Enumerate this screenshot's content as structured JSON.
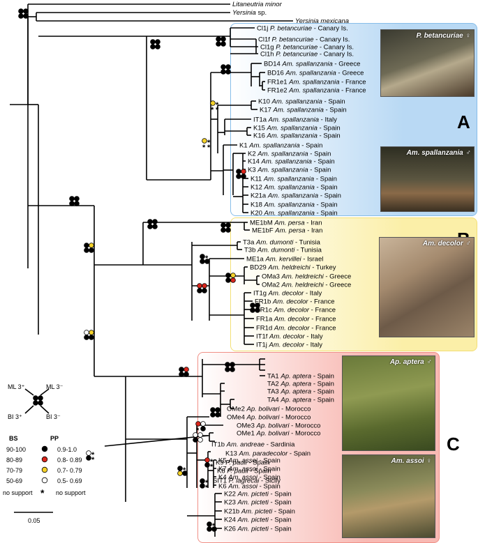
{
  "outgroups": [
    {
      "name": "Litaneutria minor",
      "italic": true
    },
    {
      "name": "Yersinia sp.",
      "italic": true,
      "mixed": [
        "Yersinia",
        " sp."
      ]
    },
    {
      "name": "Yersinia mexicana",
      "italic": true
    }
  ],
  "clades": {
    "A": "A",
    "B": "B",
    "C": "C"
  },
  "photos": [
    {
      "caption": "P. betancuriae ♀"
    },
    {
      "caption": "Am. spallanzania ♂"
    },
    {
      "caption": "Am. decolor ♂"
    },
    {
      "caption": "Ap. aptera ♂"
    },
    {
      "caption": "Am. assoi ♀"
    }
  ],
  "taxa": [
    {
      "code": "Cl1j",
      "species": "P. betancuriae",
      "loc": "Canary Is."
    },
    {
      "code": "Cl1f",
      "species": "P. betancuriae",
      "loc": "Canary Is."
    },
    {
      "code": "Cl1g",
      "species": "P. betancuriae",
      "loc": "Canary Is."
    },
    {
      "code": "Cl1h",
      "species": "P. betancuriae",
      "loc": "Canary Is."
    },
    {
      "code": "BD14",
      "species": "Am. spallanzania",
      "loc": "Greece"
    },
    {
      "code": "BD16",
      "species": "Am. spallanzania",
      "loc": "Greece"
    },
    {
      "code": "FR1e1",
      "species": "Am. spallanzania",
      "loc": "France"
    },
    {
      "code": "FR1e2",
      "species": "Am. spallanzania",
      "loc": "France"
    },
    {
      "code": "K10",
      "species": "Am. spallanzania",
      "loc": "Spain"
    },
    {
      "code": "K17",
      "species": "Am. spallanzania",
      "loc": "Spain"
    },
    {
      "code": "IT1a",
      "species": "Am. spallanzania",
      "loc": "Italy"
    },
    {
      "code": "K15",
      "species": "Am. spallanzania",
      "loc": "Spain"
    },
    {
      "code": "K16",
      "species": "Am. spallanzania",
      "loc": "Spain"
    },
    {
      "code": "K1",
      "species": "Am. spallanzania",
      "loc": "Spain"
    },
    {
      "code": "K2",
      "species": "Am. spallanzania",
      "loc": "Spain"
    },
    {
      "code": "K14",
      "species": "Am. spallanzania",
      "loc": "Spain"
    },
    {
      "code": "K3",
      "species": "Am. spallanzania",
      "loc": "Spain"
    },
    {
      "code": "K11",
      "species": "Am. spallanzania",
      "loc": "Spain"
    },
    {
      "code": "K12",
      "species": "Am. spallanzania",
      "loc": "Spain"
    },
    {
      "code": "K21a",
      "species": "Am. spallanzania",
      "loc": "Spain"
    },
    {
      "code": "K18",
      "species": "Am. spallanzania",
      "loc": "Spain"
    },
    {
      "code": "K20",
      "species": "Am. spallanzania",
      "loc": "Spain"
    },
    {
      "code": "ME1bM",
      "species": "Am. persa",
      "loc": "Iran"
    },
    {
      "code": "ME1bF",
      "species": "Am. persa",
      "loc": "Iran"
    },
    {
      "code": "T3a",
      "species": "Am. dumonti",
      "loc": "Tunisia"
    },
    {
      "code": "T3b",
      "species": "Am. dumonti",
      "loc": "Tunisia"
    },
    {
      "code": "ME1a",
      "species": "Am. kervillei",
      "loc": "Israel"
    },
    {
      "code": "BD29",
      "species": "Am. heldreichi",
      "loc": "Turkey"
    },
    {
      "code": "OMa3",
      "species": "Am. heldreichi",
      "loc": "Greece"
    },
    {
      "code": "OMa2",
      "species": "Am. heldreichi",
      "loc": "Greece"
    },
    {
      "code": "IT1g",
      "species": "Am. decolor",
      "loc": "Italy"
    },
    {
      "code": "FR1b",
      "species": "Am. decolor",
      "loc": "France"
    },
    {
      "code": "FR1c",
      "species": "Am. decolor",
      "loc": "France"
    },
    {
      "code": "FR1a",
      "species": "Am. decolor",
      "loc": "France"
    },
    {
      "code": "FR1d",
      "species": "Am. decolor",
      "loc": "France"
    },
    {
      "code": "IT1f",
      "species": "Am. decolor",
      "loc": "Italy"
    },
    {
      "code": "IT1j",
      "species": "Am. decolor",
      "loc": "Italy"
    },
    {
      "code": "TA1",
      "species": "Ap. aptera",
      "loc": "Spain"
    },
    {
      "code": "TA2",
      "species": "Ap. aptera",
      "loc": "Spain"
    },
    {
      "code": "TA3",
      "species": "Ap. aptera",
      "loc": "Spain"
    },
    {
      "code": "TA4",
      "species": "Ap. aptera",
      "loc": "Spain"
    },
    {
      "code": "OMe2",
      "species": "Ap. bolivari",
      "loc": "Morocco"
    },
    {
      "code": "OMe4",
      "species": "Ap. bolivari",
      "loc": "Morocco"
    },
    {
      "code": "OMe3",
      "species": "Ap. bolivari",
      "loc": "Morocco"
    },
    {
      "code": "OMe1",
      "species": "Ap. bolivari",
      "loc": "Morocco"
    },
    {
      "code": "IT1b",
      "species": "Am. andreae",
      "loc": "Sardinia"
    },
    {
      "code": "K13",
      "species": "Am. paradecolor",
      "loc": "Spain"
    },
    {
      "code": "K9",
      "species": "P. pauli",
      "loc": "Spain"
    },
    {
      "code": "K8",
      "species": "P. pauli",
      "loc": "Spain"
    },
    {
      "code": "SIT1",
      "species": "P. lagrecai",
      "loc": "Sicily"
    },
    {
      "code": "K5",
      "species": "Am. assoi",
      "loc": "Spain"
    },
    {
      "code": "K7",
      "species": "Am. assoi",
      "loc": "Spain"
    },
    {
      "code": "K4",
      "species": "Am. assoi",
      "loc": "Spain"
    },
    {
      "code": "K6",
      "species": "Am. assoi",
      "loc": "Spain"
    },
    {
      "code": "K22",
      "species": "Am. picteti",
      "loc": "Spain"
    },
    {
      "code": "K23",
      "species": "Am. picteti",
      "loc": "Spain"
    },
    {
      "code": "K21b",
      "species": "Am. picteti",
      "loc": "Spain"
    },
    {
      "code": "K24",
      "species": "Am. picteti",
      "loc": "Spain"
    },
    {
      "code": "K26",
      "species": "Am. picteti",
      "loc": "Spain"
    }
  ],
  "legend": {
    "key": {
      "tl": "ML 3⁺",
      "tr": "ML 3⁻",
      "bl": "BI 3⁺",
      "br": "BI 3⁻"
    },
    "col_bs": "BS",
    "col_pp": "PP",
    "rows": [
      {
        "bs": "90-100",
        "pp": "0.9-1.0",
        "color": "#000000"
      },
      {
        "bs": "80-89",
        "pp": "0.8- 0.89",
        "color": "#d9261c"
      },
      {
        "bs": "70-79",
        "pp": "0.7- 0.79",
        "color": "#f5d22a"
      },
      {
        "bs": "50-69",
        "pp": "0.5- 0.69",
        "color": "#ffffff"
      }
    ],
    "nosupport_bs": "no support",
    "nosupport_pp": "no support",
    "nosupport_symbol": "*",
    "scale": "0.05"
  }
}
